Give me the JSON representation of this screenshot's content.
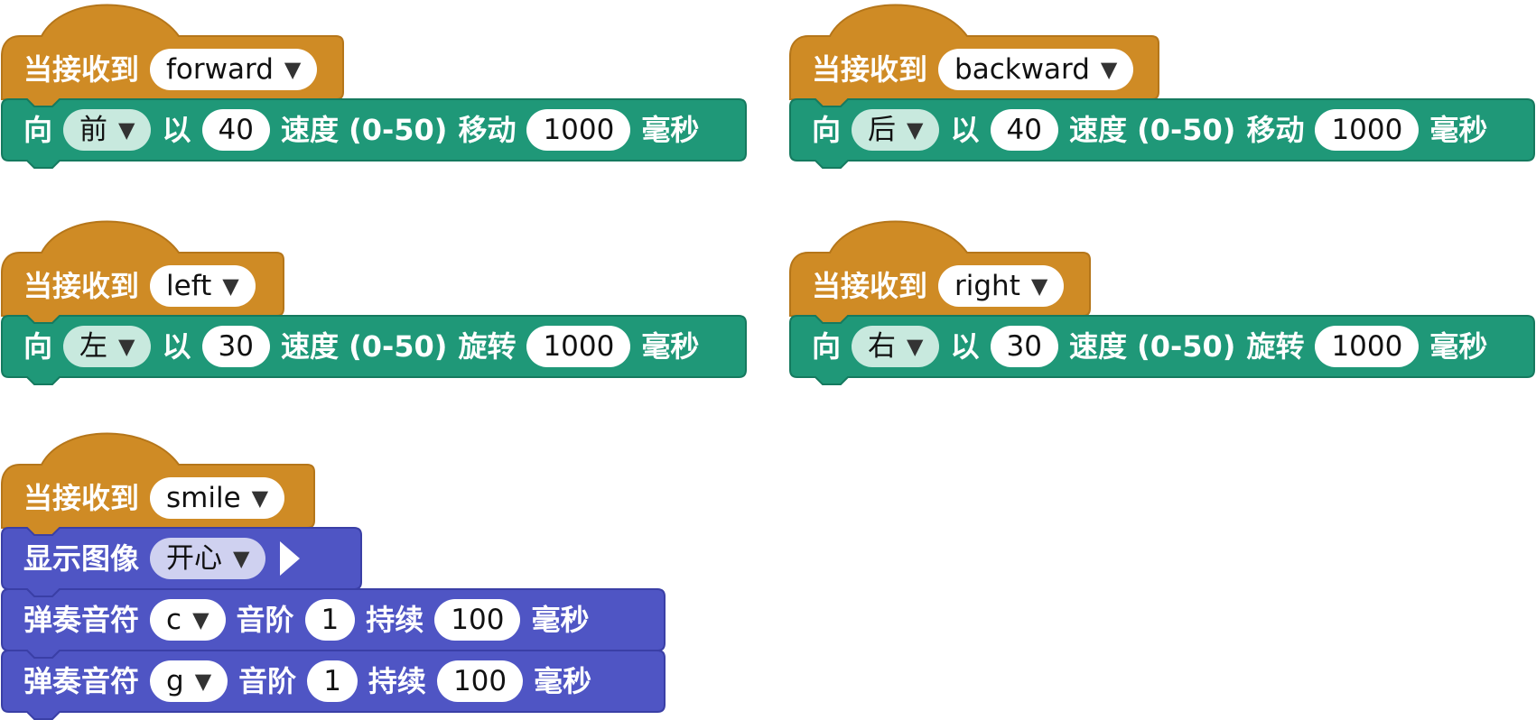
{
  "colors": {
    "event_fill": "#cf8b25",
    "event_stroke": "#b5761a",
    "motion_fill": "#1f9878",
    "motion_stroke": "#157a5f",
    "display_fill": "#4f55c4",
    "display_stroke": "#3a3fa6",
    "light_green_dropdown": "#c8e9de",
    "light_blue_dropdown": "#cfd1f0"
  },
  "scripts": [
    {
      "hat": {
        "label": "当接收到",
        "message": "forward"
      },
      "move": {
        "dir_label": "向",
        "direction": "前",
        "speed_label": "以",
        "speed": "40",
        "speed_unit": "速度 (0-50)",
        "action": "移动",
        "duration": "1000",
        "time_unit": "毫秒"
      }
    },
    {
      "hat": {
        "label": "当接收到",
        "message": "backward"
      },
      "move": {
        "dir_label": "向",
        "direction": "后",
        "speed_label": "以",
        "speed": "40",
        "speed_unit": "速度 (0-50)",
        "action": "移动",
        "duration": "1000",
        "time_unit": "毫秒"
      }
    },
    {
      "hat": {
        "label": "当接收到",
        "message": "left"
      },
      "move": {
        "dir_label": "向",
        "direction": "左",
        "speed_label": "以",
        "speed": "30",
        "speed_unit": "速度 (0-50)",
        "action": "旋转",
        "duration": "1000",
        "time_unit": "毫秒"
      }
    },
    {
      "hat": {
        "label": "当接收到",
        "message": "right"
      },
      "move": {
        "dir_label": "向",
        "direction": "右",
        "speed_label": "以",
        "speed": "30",
        "speed_unit": "速度 (0-50)",
        "action": "旋转",
        "duration": "1000",
        "time_unit": "毫秒"
      }
    },
    {
      "hat": {
        "label": "当接收到",
        "message": "smile"
      },
      "show": {
        "label": "显示图像",
        "image": "开心"
      },
      "notes": [
        {
          "label": "弹奏音符",
          "note": "c",
          "octave_label": "音阶",
          "octave": "1",
          "duration_label": "持续",
          "duration": "100",
          "time_unit": "毫秒"
        },
        {
          "label": "弹奏音符",
          "note": "g",
          "octave_label": "音阶",
          "octave": "1",
          "duration_label": "持续",
          "duration": "100",
          "time_unit": "毫秒"
        }
      ]
    }
  ]
}
